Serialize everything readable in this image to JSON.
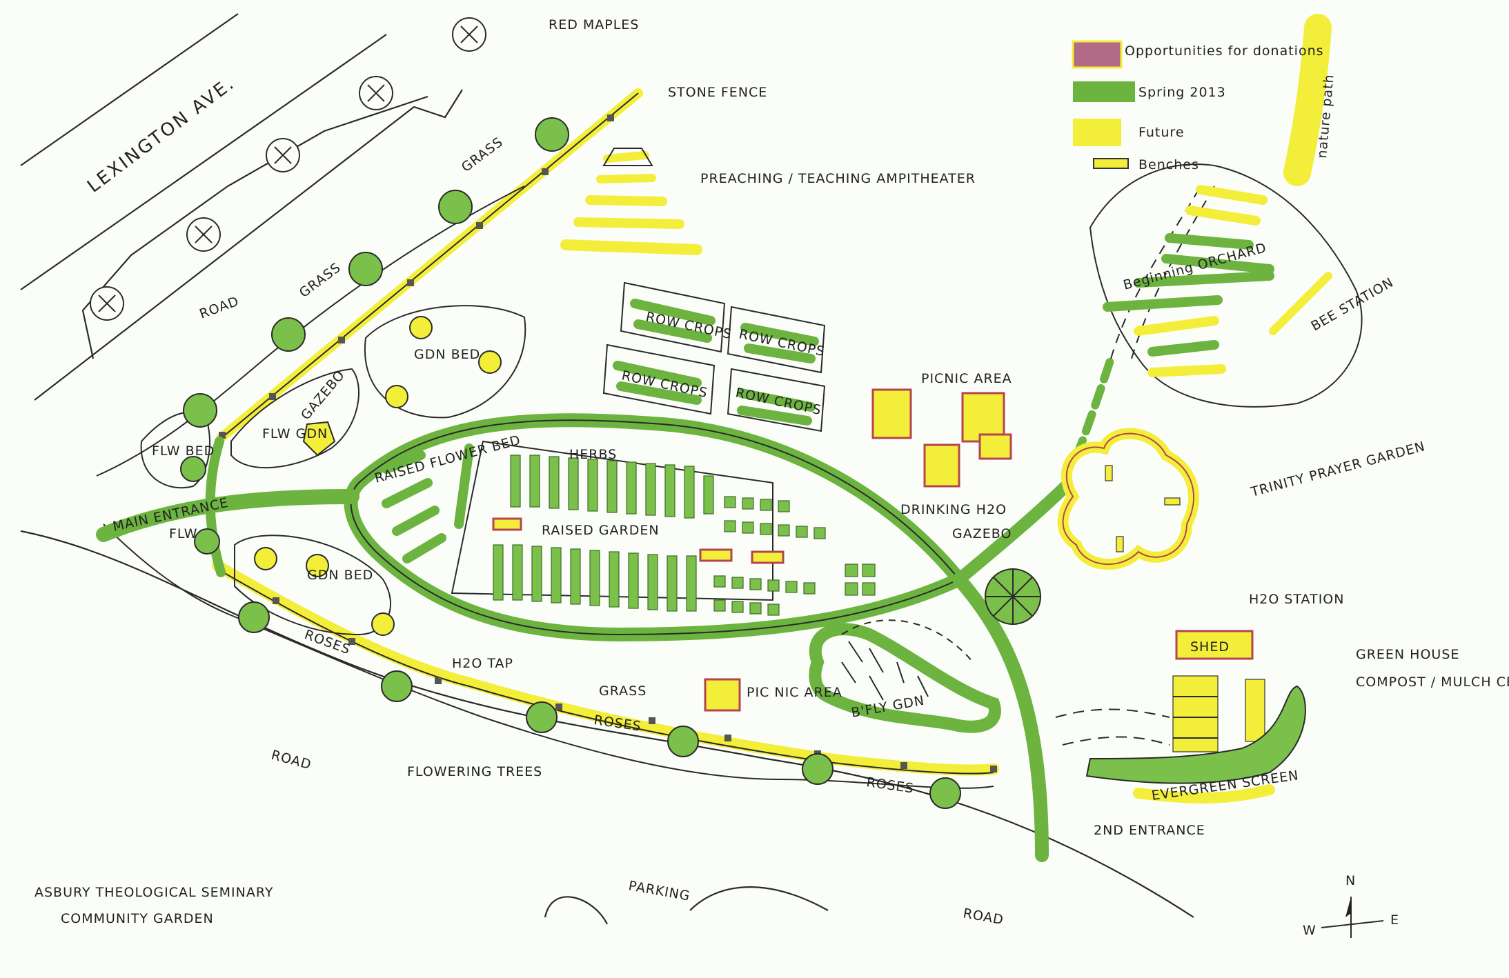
{
  "title_lines": [
    "ASBURY THEOLOGICAL SEMINARY",
    "COMMUNITY GARDEN"
  ],
  "legend": [
    {
      "label": "Opportunities for donations",
      "color": "#b36a86"
    },
    {
      "label": "Spring 2013",
      "color": "#6cb33f"
    },
    {
      "label": "Future",
      "color": "#f3ee3a"
    },
    {
      "label": "Benches",
      "color": "#f3ee3a"
    }
  ],
  "labels": {
    "lexington": "LEXINGTON AVE.",
    "road_top": "ROAD",
    "road_bottom_left": "ROAD",
    "road_bottom_right": "ROAD",
    "red_maples": "RED MAPLES",
    "stone_fence": "STONE FENCE",
    "amphitheater": "PREACHING / TEACHING AMPITHEATER",
    "nature_path": "nature path",
    "orchard": "Beginning ORCHARD",
    "bee_station": "BEE STATION",
    "row_crops_1": "ROW CROPS",
    "row_crops_2": "ROW CROPS",
    "row_crops_3": "ROW CROPS",
    "row_crops_4": "ROW CROPS",
    "picnic_area_1": "PICNIC AREA",
    "picnic_area_2": "PIC NIC AREA",
    "herbs": "HERBS",
    "raised_garden": "RAISED GARDEN",
    "raised_flower_bed": "RAISED FLOWER BED",
    "drinking_h2o": "DRINKING H2O",
    "gazebo_right": "GAZEBO",
    "gazebo_left": "GAZEBO",
    "trinity": "TRINITY PRAYER GARDEN",
    "h2o_station": "H2O STATION",
    "shed": "SHED",
    "green_house": "GREEN HOUSE",
    "compost": "COMPOST / MULCH CENTER",
    "evergreen": "EVERGREEN SCREEN",
    "second_entrance": "2ND ENTRANCE",
    "main_entrance": "MAIN ENTRANCE",
    "flw_bed_1": "FLW BED",
    "flw_bed_2": "FLW",
    "flw_gdn": "FLW GDN",
    "gdn_bed_1": "GDN BED",
    "gdn_bed_2": "GDN BED",
    "roses_1": "ROSES",
    "roses_2": "ROSES",
    "roses_3": "ROSES",
    "h2o_tap": "H2O TAP",
    "grass_1": "GRASS",
    "grass_2": "GRASS",
    "grass_3": "GRASS",
    "flowering_trees": "FLOWERING TREES",
    "bfly_gdn": "B'FLY GDN",
    "parking": "PARKING"
  },
  "compass": {
    "n": "N",
    "e": "E",
    "w": "W"
  }
}
